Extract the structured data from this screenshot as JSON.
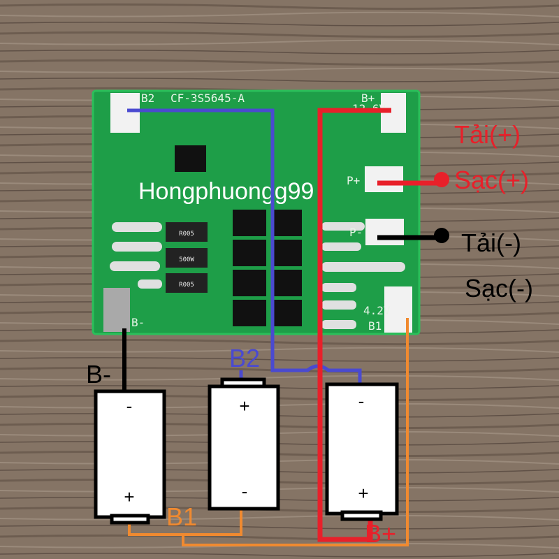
{
  "board": {
    "model": "CF-3S5645-A",
    "labels": {
      "b2": "B2",
      "bplus": "B+",
      "voltage_total": "12.6V",
      "pplus": "P+",
      "pminus": "P-",
      "bminus": "B-",
      "voltage_cell": "4.2V",
      "b1": "B1"
    },
    "resistor_marks": [
      "R005",
      "500W",
      "R005"
    ]
  },
  "watermark": "Hongphuongg99",
  "annotations": {
    "load_plus": "Tải(+)",
    "charge_plus": "Sạc(+)",
    "load_minus": "Tải(-)",
    "charge_minus": "Sạc(-)",
    "wire_bminus": "B-",
    "wire_b2": "B2",
    "wire_b1": "B1",
    "wire_bplus": "B+"
  },
  "batteries": [
    {
      "top": "-",
      "bottom": "+"
    },
    {
      "top": "+",
      "bottom": "-"
    },
    {
      "top": "-",
      "bottom": "+"
    }
  ],
  "colors": {
    "red": "#e8202a",
    "blue": "#4a4ad0",
    "orange": "#f08a30",
    "black": "#000000",
    "board": "#1e9e48"
  }
}
